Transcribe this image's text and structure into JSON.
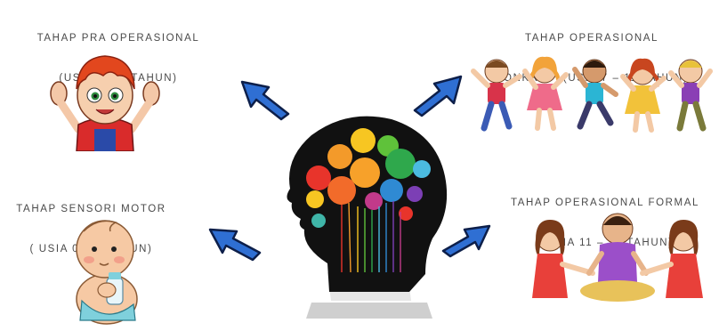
{
  "stages": {
    "pra_operasional": {
      "title": "TAHAP PRA OPERASIONAL",
      "age": "(USIA 2 – 7 TAHUN)"
    },
    "operasional_konkret": {
      "title": "TAHAP OPERASIONAL",
      "age": "KONKRET  (USIA 7 – 11 TAHUN)"
    },
    "sensori_motor": {
      "title": "TAHAP SENSORI MOTOR",
      "age": "( USIA 0 – 2 TAHUN)"
    },
    "operasional_formal": {
      "title": "TAHAP OPERASIONAL FORMAL",
      "age": "( USIA 11 – 15 TAHUN)"
    }
  },
  "colors": {
    "arrow_fill": "#2f6fd3",
    "arrow_outline": "#0d1f4a",
    "head": "#111111",
    "text": "#4a4a4a"
  },
  "icons": [
    "child-face",
    "happy-kids-group",
    "baby-with-bottle",
    "children-holding-hands",
    "brain-head",
    "arrow-up-left",
    "arrow-up-right",
    "arrow-left",
    "arrow-right"
  ]
}
